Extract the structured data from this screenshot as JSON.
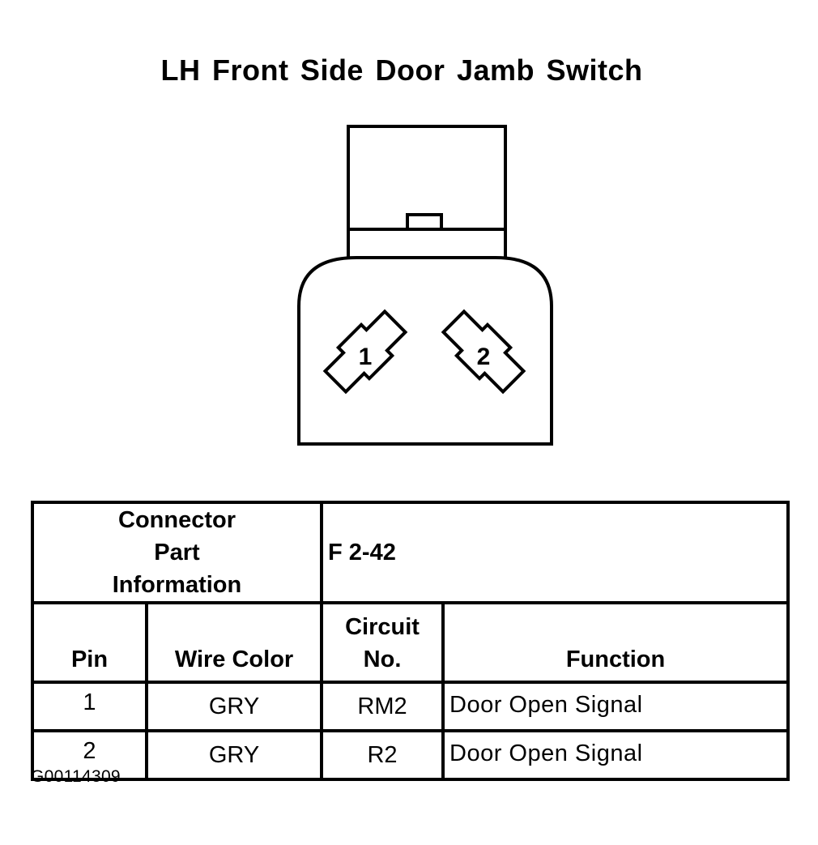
{
  "title": "LH Front Side Door Jamb Switch",
  "connector": {
    "cavities": [
      {
        "label": "1"
      },
      {
        "label": "2"
      }
    ]
  },
  "part_info": {
    "label": "Connector Part Information",
    "value": "F 2-42"
  },
  "columns": {
    "pin": "Pin",
    "wire_color": "Wire Color",
    "circuit_no": "Circuit No.",
    "function": "Function"
  },
  "rows": [
    {
      "pin": "1",
      "wire_color": "GRY",
      "circuit": "RM2",
      "function": "Door Open Signal"
    },
    {
      "pin": "2",
      "wire_color": "GRY",
      "circuit": "R2",
      "function": "Door Open Signal"
    }
  ],
  "figure_id": "G00114309"
}
